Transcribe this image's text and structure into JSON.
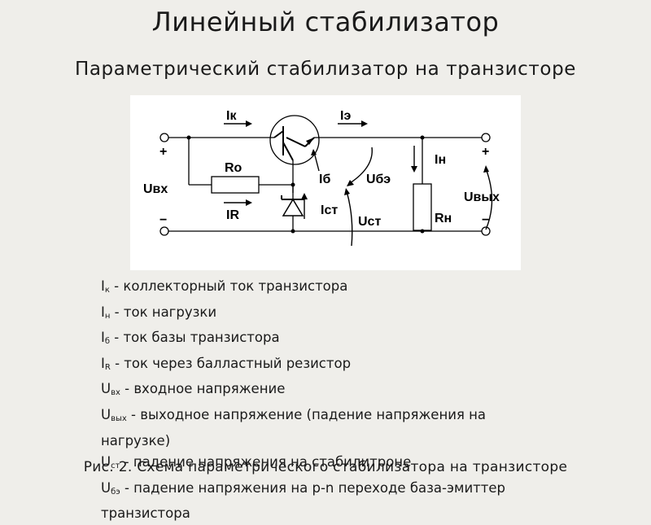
{
  "title": "Линейный стабилизатор",
  "subtitle": "Параметрический стабилизатор на транзисторе",
  "circuit_labels": {
    "ik": "Iк",
    "ie": "Iэ",
    "plus_left": "+",
    "minus_left": "−",
    "uvx": "Uвх",
    "ro": "Ro",
    "ir": "IR",
    "ib": "Iб",
    "ube": "Uбэ",
    "ist": "Iст",
    "ust": "Uст",
    "in": "Iн",
    "rn": "Rн",
    "plus_right": "+",
    "minus_right": "−",
    "uvyx": "Uвых"
  },
  "legend": [
    {
      "sym": "I",
      "sub": "к",
      "text": " - коллекторный ток транзистора"
    },
    {
      "sym": "I",
      "sub": "н",
      "text": " - ток нагрузки"
    },
    {
      "sym": "I",
      "sub": "б",
      "text": " - ток базы транзистора"
    },
    {
      "sym": "I",
      "sub": "R",
      "text": " - ток через балластный резистор"
    },
    {
      "sym": "U",
      "sub": "вх",
      "text": " - входное напряжение"
    },
    {
      "sym": "U",
      "sub": "вых",
      "text": " - выходное напряжение (падение напряжения на нагрузке)"
    },
    {
      "sym": "U",
      "sub": "ст",
      "text": " - падение напряжения на стабилитроне"
    },
    {
      "sym": "U",
      "sub": "бэ",
      "text": " - падение напряжения на p-n переходе база-эмиттер транзистора"
    }
  ],
  "caption": "Рис. 2. Схема параметрического стабилизатора на транзисторе"
}
